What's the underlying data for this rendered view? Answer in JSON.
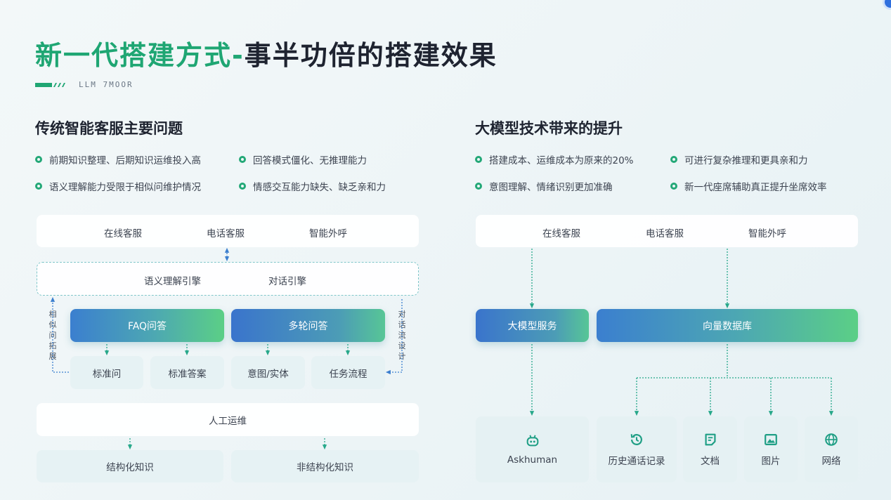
{
  "title": {
    "green": "新一代搭建方式",
    "dash": "-",
    "dark": "事半功倍的搭建效果"
  },
  "subtitle": "LLM 7MOOR",
  "left": {
    "heading": "传统智能客服主要问题",
    "bullets": [
      "前期知识整理、后期知识运维投入高",
      "回答模式僵化、无推理能力",
      "语义理解能力受限于相似问维护情况",
      "情感交互能力缺失、缺乏亲和力"
    ],
    "channels": [
      "在线客服",
      "电话客服",
      "智能外呼"
    ],
    "engines": [
      "语义理解引擎",
      "对话引擎"
    ],
    "side_left": "相似问拓展",
    "side_right": "对话流设计",
    "modules": [
      "FAQ问答",
      "多轮问答"
    ],
    "items": [
      "标准问",
      "标准答案",
      "意图/实体",
      "任务流程"
    ],
    "ops": "人工运维",
    "knowledge": [
      "结构化知识",
      "非结构化知识"
    ]
  },
  "right": {
    "heading": "大模型技术带来的提升",
    "bullets": [
      "搭建成本、运维成本为原来的20%",
      "可进行复杂推理和更具亲和力",
      "意图理解、情绪识别更加准确",
      "新一代座席辅助真正提升坐席效率"
    ],
    "channels": [
      "在线客服",
      "电话客服",
      "智能外呼"
    ],
    "llm": "大模型服务",
    "vector_db": "向量数据库",
    "sources": [
      {
        "label": "Askhuman",
        "icon": "robot-icon"
      },
      {
        "label": "历史通话记录",
        "icon": "history-icon"
      },
      {
        "label": "文档",
        "icon": "document-icon"
      },
      {
        "label": "图片",
        "icon": "image-icon"
      },
      {
        "label": "网络",
        "icon": "globe-icon"
      }
    ]
  },
  "colors": {
    "accent_green": "#1fa673",
    "accent_blue": "#3b7fcf",
    "line": "#27a88a"
  }
}
